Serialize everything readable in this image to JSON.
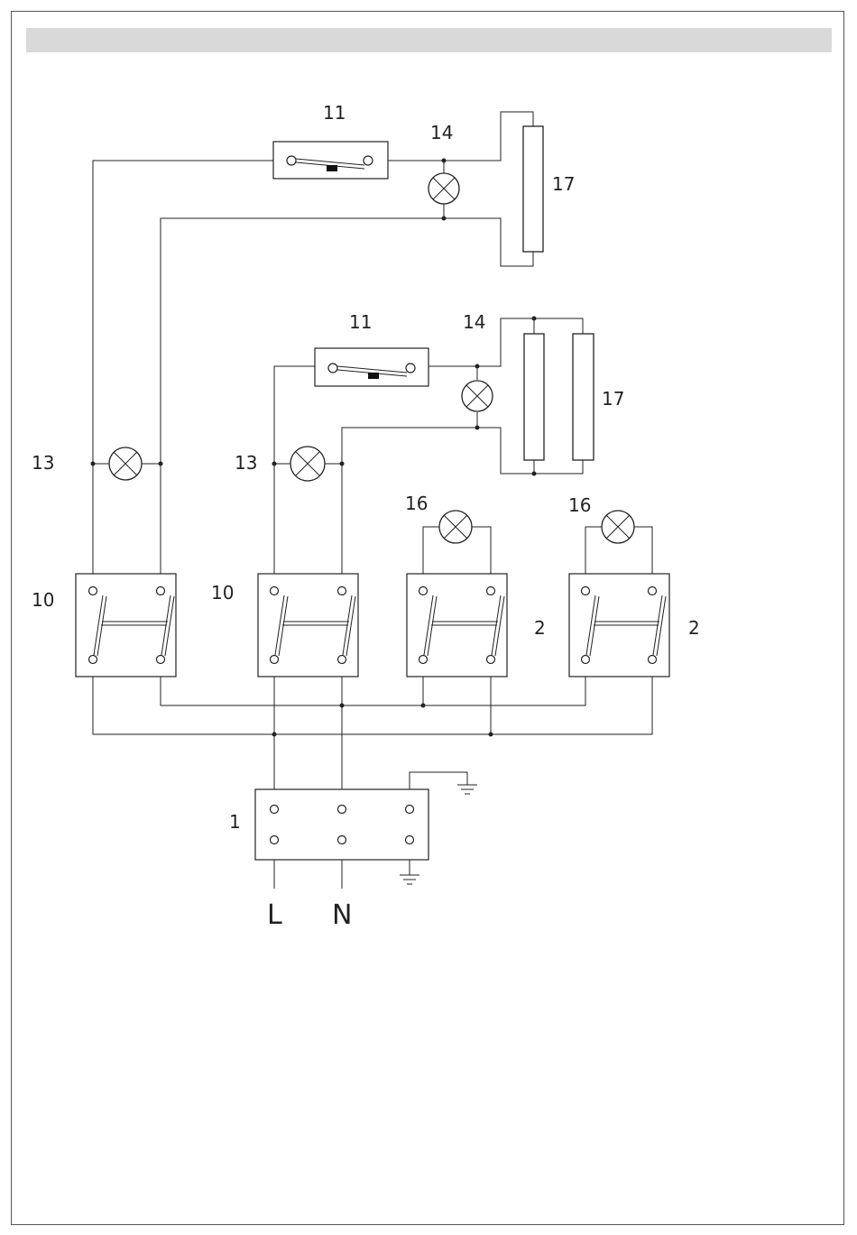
{
  "header": {
    "title": ""
  },
  "labels": {
    "thermostat_top": "11",
    "thermostat_mid": "11",
    "pilot_top": "14",
    "pilot_mid": "14",
    "heater_top": "17",
    "heater_mid": "17",
    "lamp13_left": "13",
    "lamp13_mid": "13",
    "lamp16_a": "16",
    "lamp16_b": "16",
    "switch10_a": "10",
    "switch10_b": "10",
    "switch2_a": "2",
    "switch2_b": "2",
    "terminal_block": "1",
    "phase": "L",
    "neutral": "N"
  },
  "icons": [
    "thermostat-icon",
    "lamp-icon",
    "heating-element-icon",
    "switch-icon",
    "ground-icon",
    "terminal-block-icon"
  ]
}
